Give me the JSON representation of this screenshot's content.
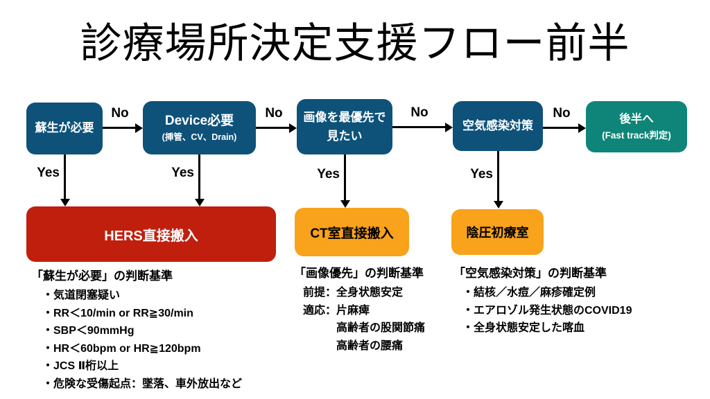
{
  "title": "診療場所決定支援フロー前半",
  "colors": {
    "node_blue": "#0E527A",
    "node_teal": "#0E8578",
    "outcome_red": "#C01F0E",
    "outcome_orange": "#F9A21B",
    "arrow_black": "#000000"
  },
  "flow": {
    "nodes": [
      {
        "label": "蘇生が必要"
      },
      {
        "label": "Device必要",
        "sublabel": "(挿管、CV、Drain)"
      },
      {
        "label_line1": "画像を最優先で",
        "label_line2": "見たい"
      },
      {
        "label": "空気感染対策"
      },
      {
        "label": "後半へ",
        "sublabel": "(Fast track判定)"
      }
    ],
    "no_labels": [
      "No",
      "No",
      "No",
      "No"
    ],
    "yes_labels": [
      "Yes",
      "Yes",
      "Yes",
      "Yes"
    ],
    "outcomes": [
      {
        "label": "HERS直接搬入"
      },
      {
        "label": "CT室直接搬入"
      },
      {
        "label": "陰圧初療室"
      }
    ]
  },
  "criteria": [
    {
      "title": "「蘇生が必要」の判断基準",
      "items": [
        "・気道閉塞疑い",
        "・RR＜10/min or RR≧30/min",
        "・SBP＜90mmHg",
        "・HR＜60bpm or HR≧120bpm",
        "・JCS Ⅱ桁以上",
        "・危険な受傷起点：墜落、車外放出など"
      ]
    },
    {
      "title": "「画像優先」の判断基準",
      "items": [
        "前提：全身状態安定",
        "適応：片麻痺",
        "　　　高齢者の股関節痛",
        "　　　高齢者の腰痛"
      ]
    },
    {
      "title": "「空気感染対策」の判断基準",
      "items": [
        "・結核／水痘／麻疹確定例",
        "・エアロゾル発生状態のCOVID19",
        "・全身状態安定した喀血"
      ]
    }
  ]
}
